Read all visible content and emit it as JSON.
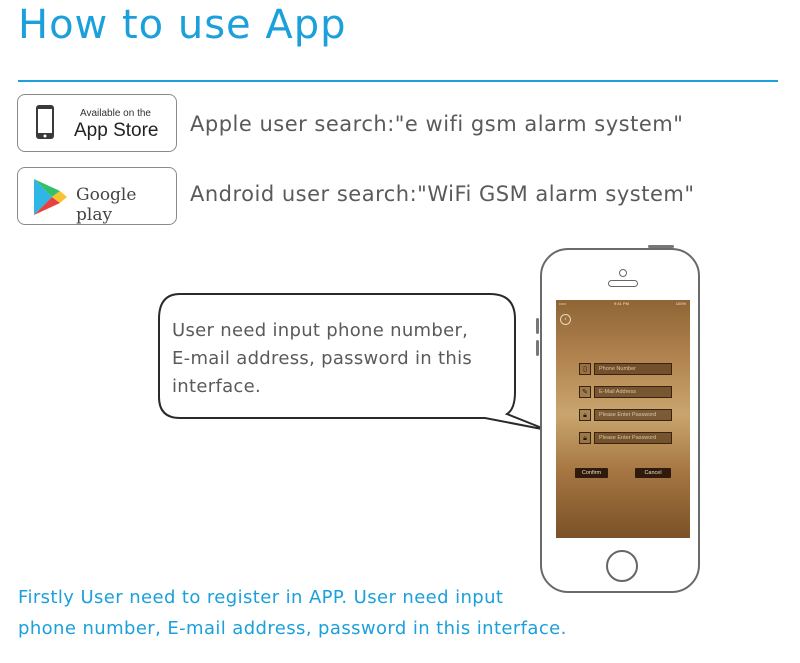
{
  "title": "How to use App",
  "colors": {
    "accent": "#1ba0dc",
    "text": "#5a5a5a",
    "screen": "#a57642"
  },
  "stores": {
    "apple": {
      "icon": "phone-icon",
      "small_label": "Available on the",
      "big_label": "App Store",
      "instruction": "Apple user search:\"e wifi gsm alarm system\""
    },
    "google": {
      "icon": "google-play-icon",
      "label": "Google play",
      "instruction": "Android user search:\"WiFi GSM alarm system\""
    }
  },
  "bubble": {
    "lines": [
      "User need input phone number,",
      "E-mail address, password in this",
      "interface."
    ]
  },
  "app_screen": {
    "status_left": "••••• ",
    "status_time": "9:41 PM",
    "status_battery": "100%",
    "back_icon": "chevron-left-icon",
    "fields": [
      {
        "icon": "phone-icon",
        "placeholder": "Phone Number"
      },
      {
        "icon": "edit-icon",
        "placeholder": "E-Mail Address"
      },
      {
        "icon": "lock-icon",
        "placeholder": "Please Enter Password"
      },
      {
        "icon": "lock-icon",
        "placeholder": "Please Enter Password"
      }
    ],
    "confirm_label": "Confirm",
    "cancel_label": "Cancel"
  },
  "caption": {
    "line1": "Firstly User need to register in APP. User need input",
    "line2": "phone number, E-mail address, password in this interface."
  }
}
